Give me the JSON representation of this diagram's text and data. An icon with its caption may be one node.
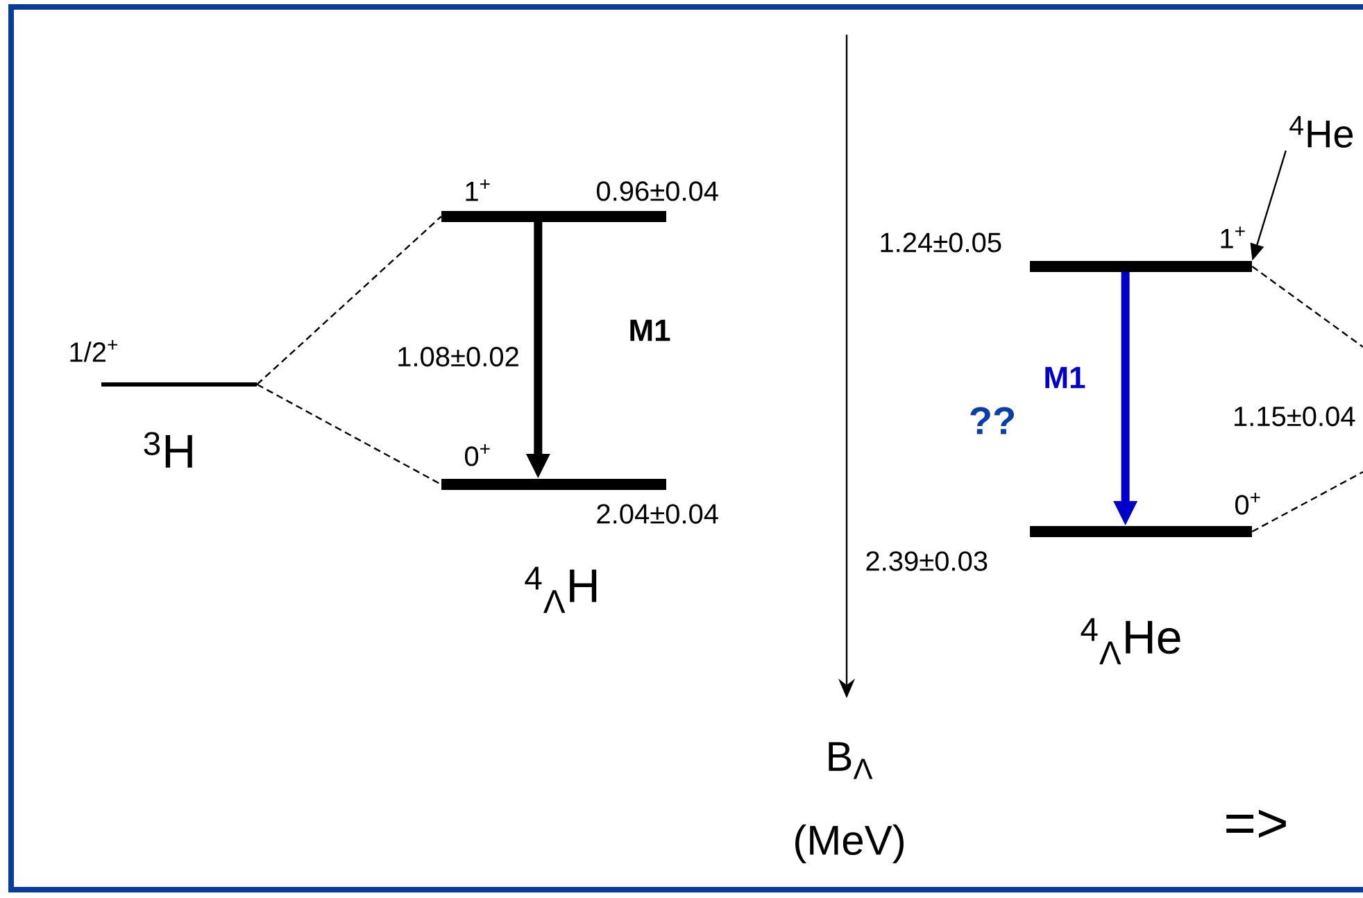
{
  "diagram": {
    "nodes": [
      {
        "text": [
          "1/2$^{+}$",
          "$^{3}$H"
        ]
      },
      {
        "text": [
          "1$^{+}$",
          "0.96±0.04"
        ]
      },
      {
        "text": [
          "0$^{+}$",
          "2.04±0.04"
        ]
      },
      {
        "text": [
          "1.24±0.05",
          "1$^{+}$"
        ]
      },
      {
        "text": [
          "0$^{+}$",
          "2.39±0.03"
        ]
      },
      {
        "text": [
          "$^{4}$He"
        ]
      }
    ],
    "edges": [
      {
        "from": 0,
        "to": 1,
        "arrow": "none",
        "style": "dashed"
      },
      {
        "from": 0,
        "to": 2,
        "arrow": "none",
        "style": "dashed"
      },
      {
        "from": 1,
        "to": 2,
        "arrow": "to",
        "style": "thick",
        "label": "M1"
      },
      {
        "from": 3,
        "to": 4,
        "arrow": "to",
        "style": "thick",
        "color": "#0000c8",
        "label": "M1"
      },
      {
        "from": 5,
        "to": 3,
        "arrow": "to"
      },
      {
        "from": 3,
        "to": null,
        "arrow": "none",
        "style": "dashed"
      },
      {
        "from": 4,
        "to": null,
        "arrow": "none",
        "style": "dashed"
      }
    ],
    "labels": [
      "1.08±0.02",
      "$^{4}$$_{Λ}$H",
      "??",
      "1.15±0.04",
      "$^{4}$$_{Λ}$He",
      "B$_{Λ}$",
      "(MeV)",
      "=>"
    ]
  }
}
